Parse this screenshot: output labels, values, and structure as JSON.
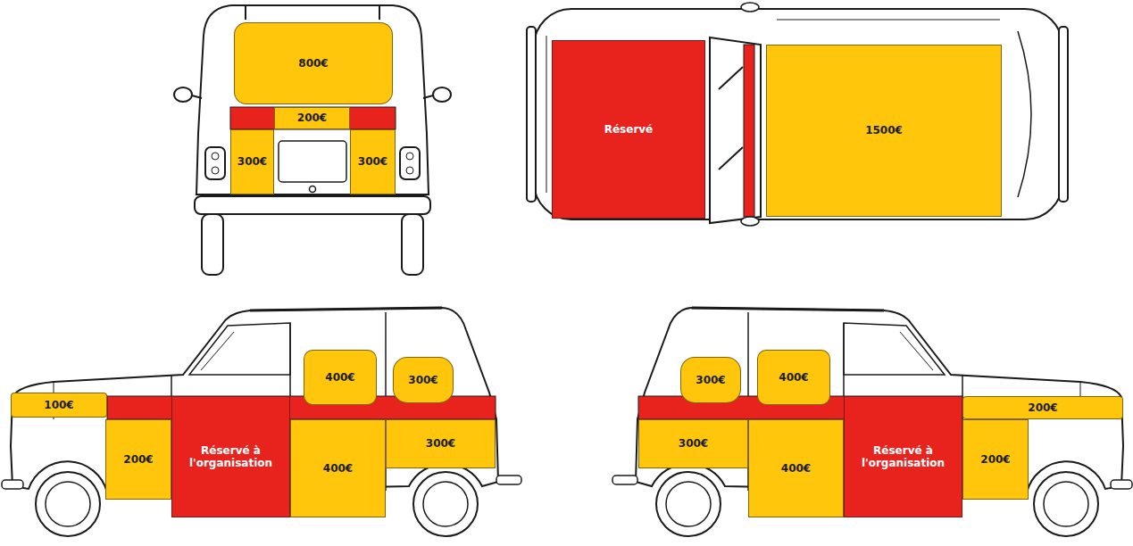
{
  "diagram": {
    "nodes": [
      {
        "text": [
          "800€"
        ]
      },
      {
        "text": [
          "200€"
        ]
      },
      {
        "text": [
          "300€"
        ]
      },
      {
        "text": [
          "300€"
        ]
      },
      {
        "text": [
          "Réservé"
        ]
      },
      {
        "text": [
          "1500€"
        ]
      },
      {
        "text": [
          "400€"
        ]
      },
      {
        "text": [
          "300€"
        ]
      },
      {
        "text": [
          "100€"
        ]
      },
      {
        "text": [
          "200€"
        ]
      },
      {
        "text": [
          "Réservé à l'organisation"
        ]
      },
      {
        "text": [
          "400€"
        ]
      },
      {
        "text": [
          "300€"
        ]
      },
      {
        "text": [
          "300€"
        ]
      },
      {
        "text": [
          "400€"
        ]
      },
      {
        "text": [
          "200€"
        ]
      },
      {
        "text": [
          "300€"
        ]
      },
      {
        "text": [
          "400€"
        ]
      },
      {
        "text": [
          "Réservé à l'organisation"
        ]
      },
      {
        "text": [
          "200€"
        ]
      }
    ]
  }
}
